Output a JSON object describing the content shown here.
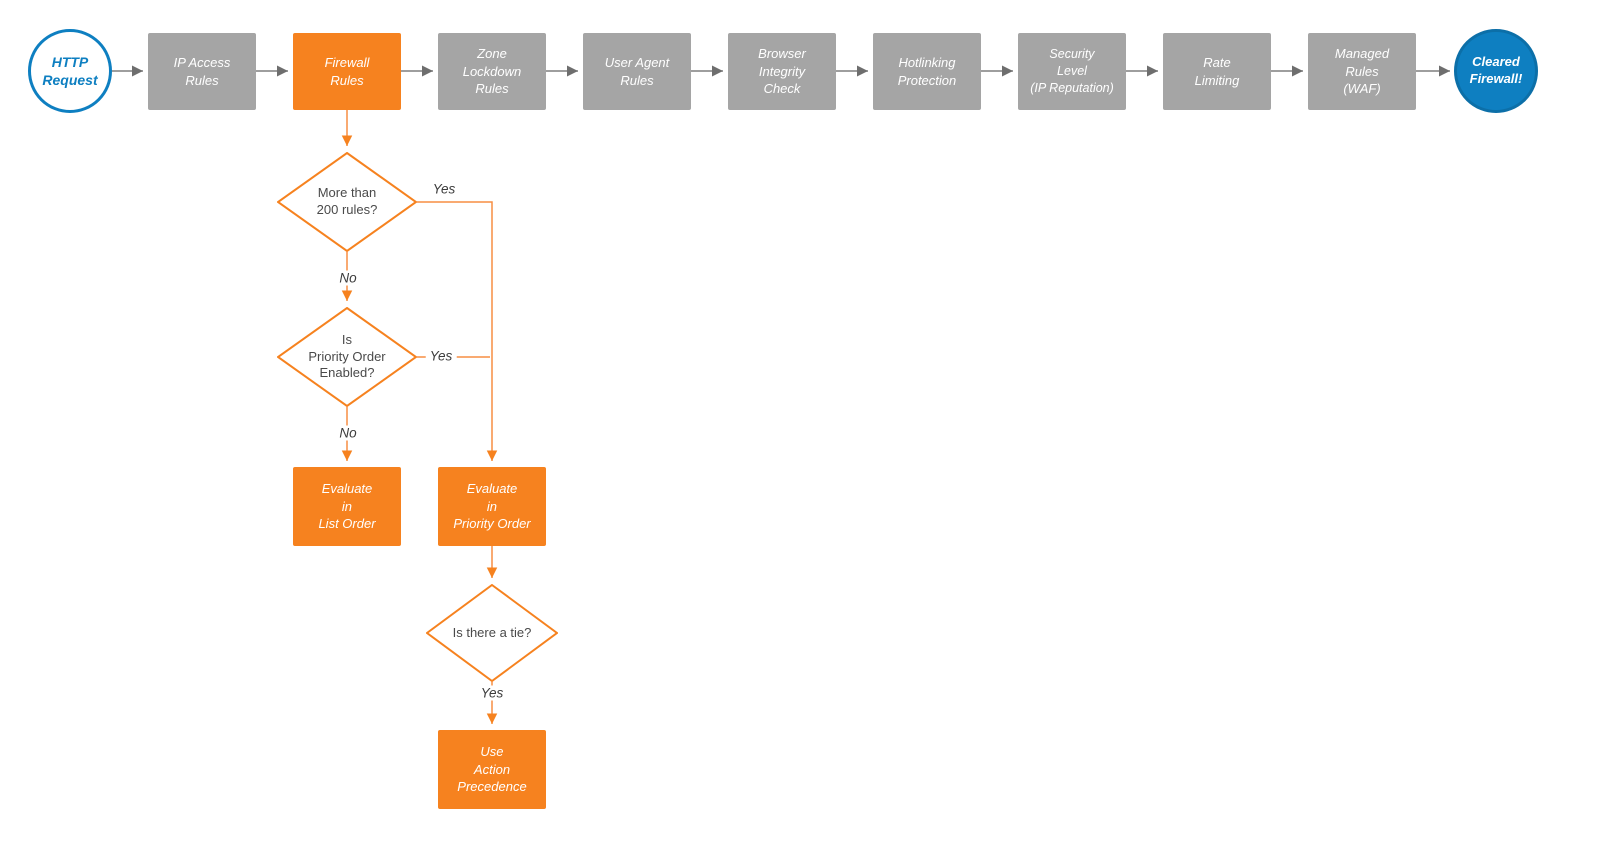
{
  "colors": {
    "accent_orange": "#F6821F",
    "node_gray": "#A5A5A5",
    "brand_blue": "#0E7FC1",
    "connector_gray": "#7F7F7F",
    "connector_orange": "#F78E42"
  },
  "flow": {
    "start": {
      "label": "HTTP\nRequest"
    },
    "pipeline": [
      {
        "label": "IP Access\nRules"
      },
      {
        "label": "Firewall\nRules"
      },
      {
        "label": "Zone\nLockdown\nRules"
      },
      {
        "label": "User Agent\nRules"
      },
      {
        "label": "Browser\nIntegrity\nCheck"
      },
      {
        "label": "Hotlinking\nProtection"
      },
      {
        "label": "Security\nLevel\n(IP Reputation)"
      },
      {
        "label": "Rate\nLimiting"
      },
      {
        "label": "Managed\nRules\n(WAF)"
      }
    ],
    "end": {
      "label": "Cleared\nFirewall!"
    },
    "decisions": {
      "rule_count": {
        "label": "More than\n200 rules?",
        "yes": "Yes",
        "no": "No"
      },
      "priority_enabled": {
        "label": "Is\nPriority Order\nEnabled?",
        "yes": "Yes",
        "no": "No"
      },
      "tie": {
        "label": "Is there a tie?",
        "yes": "Yes"
      }
    },
    "outcomes": {
      "list_order": {
        "label": "Evaluate\nin\nList Order"
      },
      "priority_order": {
        "label": "Evaluate\nin\nPriority Order"
      },
      "action_precedence": {
        "label": "Use\nAction\nPrecedence"
      }
    }
  }
}
